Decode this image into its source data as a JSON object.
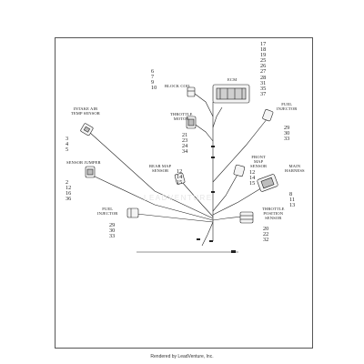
{
  "components": {
    "block_coil": {
      "label": "BLOCK COIL",
      "pins": [
        "6",
        "7",
        "9",
        "10"
      ]
    },
    "ecm": {
      "label": "ECM",
      "pins": [
        "17",
        "18",
        "19",
        "25",
        "26",
        "27",
        "28",
        "31",
        "35",
        "37"
      ]
    },
    "intake_air_temp": {
      "label": "INTAKE AIR\nTEMP SENSOR",
      "pins": [
        "3",
        "4",
        "5"
      ]
    },
    "throttle_motor": {
      "label": "THROTTLE\nMOTOR",
      "pins": [
        "21",
        "23",
        "24",
        "34"
      ]
    },
    "fuel_injector_right": {
      "label": "FUEL\nINJECTOR",
      "pins": [
        "29",
        "30",
        "33"
      ]
    },
    "sensor_jumper": {
      "label": "SENSOR JUMPER",
      "pins": [
        "2",
        "12",
        "16",
        "36"
      ]
    },
    "rear_map": {
      "label": "REAR MAP\nSENSOR",
      "pins": [
        "12",
        "14",
        "15"
      ]
    },
    "front_map": {
      "label": "FRONT\nMAP\nSENSOR",
      "pins": [
        "12",
        "14",
        "15"
      ]
    },
    "main_harness": {
      "label": "MAIN\nHARNESS",
      "pins": [
        "8",
        "11",
        "13"
      ]
    },
    "fuel_injector_left": {
      "label": "FUEL\nINJECTOR",
      "pins": [
        "29",
        "30",
        "33"
      ]
    },
    "throttle_position": {
      "label": "THROTTLE\nPOSITION\nSENSOR",
      "pins": [
        "20",
        "22",
        "32"
      ]
    }
  },
  "footer": "Rendered by LeadVenture, Inc.",
  "watermark": "LEADVENTURE"
}
